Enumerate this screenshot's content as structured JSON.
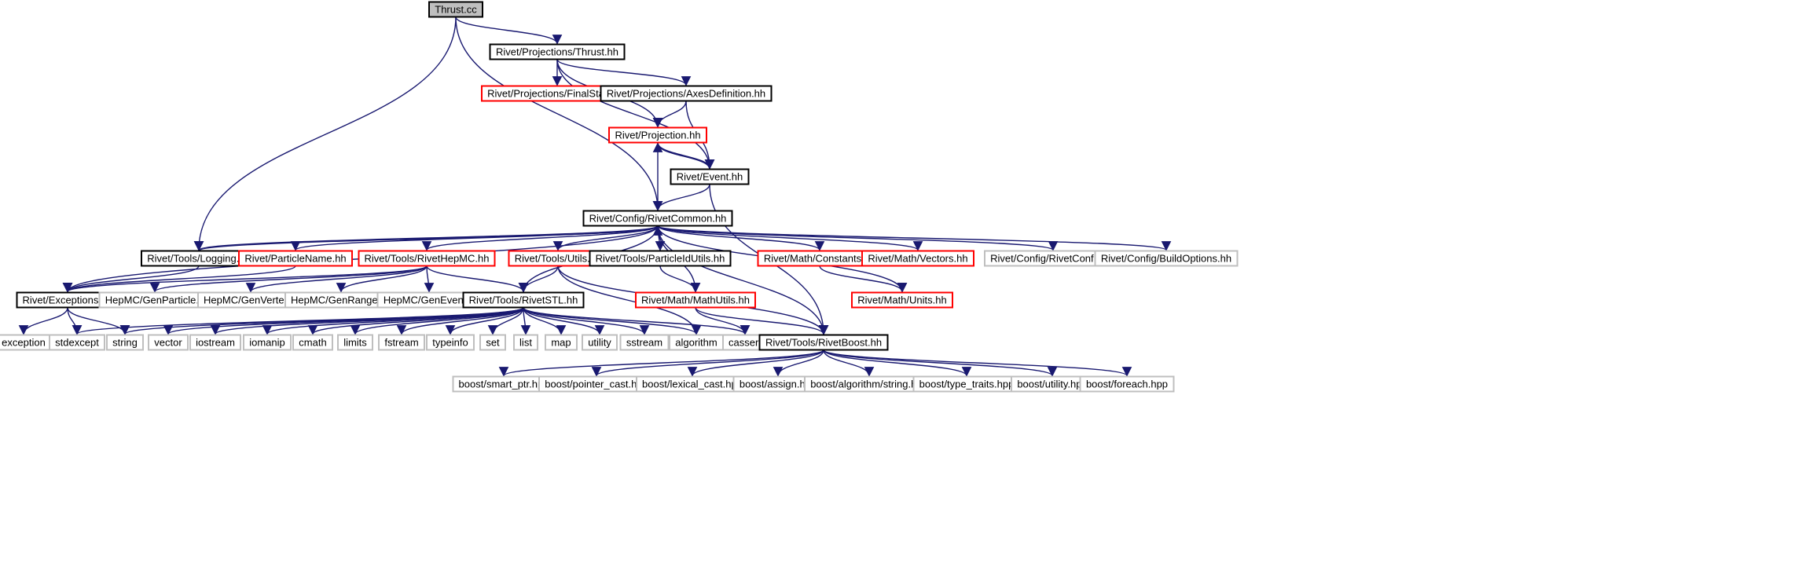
{
  "colors": {
    "edge": "#191970",
    "border_black": "#000000",
    "border_red": "#ff0000",
    "border_gray": "#bfbfbf",
    "fill_root": "#bfbfbf",
    "fill_default": "#ffffff"
  },
  "nodes": [
    {
      "id": "thrust_cc",
      "label": "Thrust.cc",
      "style": "root"
    },
    {
      "id": "proj_thrust",
      "label": "Rivet/Projections/Thrust.hh",
      "style": "black"
    },
    {
      "id": "finalstate",
      "label": "Rivet/Projections/FinalState.hh",
      "style": "red"
    },
    {
      "id": "axesdef",
      "label": "Rivet/Projections/AxesDefinition.hh",
      "style": "black"
    },
    {
      "id": "projection",
      "label": "Rivet/Projection.hh",
      "style": "red"
    },
    {
      "id": "event",
      "label": "Rivet/Event.hh",
      "style": "black"
    },
    {
      "id": "rivetcommon",
      "label": "Rivet/Config/RivetCommon.hh",
      "style": "black"
    },
    {
      "id": "logging",
      "label": "Rivet/Tools/Logging.hh",
      "style": "black"
    },
    {
      "id": "particlename",
      "label": "Rivet/ParticleName.hh",
      "style": "red"
    },
    {
      "id": "rivethepmc",
      "label": "Rivet/Tools/RivetHepMC.hh",
      "style": "red"
    },
    {
      "id": "utils",
      "label": "Rivet/Tools/Utils.hh",
      "style": "red"
    },
    {
      "id": "particleidutils",
      "label": "Rivet/Tools/ParticleIdUtils.hh",
      "style": "black"
    },
    {
      "id": "constants",
      "label": "Rivet/Math/Constants.hh",
      "style": "red"
    },
    {
      "id": "vectors",
      "label": "Rivet/Math/Vectors.hh",
      "style": "red"
    },
    {
      "id": "rivetconfig",
      "label": "Rivet/Config/RivetConfig.hh",
      "style": "gray"
    },
    {
      "id": "buildoptions",
      "label": "Rivet/Config/BuildOptions.hh",
      "style": "gray"
    },
    {
      "id": "exceptions",
      "label": "Rivet/Exceptions.hh",
      "style": "black"
    },
    {
      "id": "genparticle",
      "label": "HepMC/GenParticle.h",
      "style": "gray"
    },
    {
      "id": "genvertex",
      "label": "HepMC/GenVertex.h",
      "style": "gray"
    },
    {
      "id": "genranges",
      "label": "HepMC/GenRanges.h",
      "style": "gray"
    },
    {
      "id": "genevent",
      "label": "HepMC/GenEvent.h",
      "style": "gray"
    },
    {
      "id": "rivetstl",
      "label": "Rivet/Tools/RivetSTL.hh",
      "style": "black"
    },
    {
      "id": "mathutils",
      "label": "Rivet/Math/MathUtils.hh",
      "style": "red"
    },
    {
      "id": "units",
      "label": "Rivet/Math/Units.hh",
      "style": "red"
    },
    {
      "id": "exception",
      "label": "exception",
      "style": "gray"
    },
    {
      "id": "stdexcept",
      "label": "stdexcept",
      "style": "gray"
    },
    {
      "id": "string",
      "label": "string",
      "style": "gray"
    },
    {
      "id": "vector",
      "label": "vector",
      "style": "gray"
    },
    {
      "id": "iostream",
      "label": "iostream",
      "style": "gray"
    },
    {
      "id": "iomanip",
      "label": "iomanip",
      "style": "gray"
    },
    {
      "id": "cmath",
      "label": "cmath",
      "style": "gray"
    },
    {
      "id": "limits",
      "label": "limits",
      "style": "gray"
    },
    {
      "id": "fstream",
      "label": "fstream",
      "style": "gray"
    },
    {
      "id": "typeinfo",
      "label": "typeinfo",
      "style": "gray"
    },
    {
      "id": "set",
      "label": "set",
      "style": "gray"
    },
    {
      "id": "list",
      "label": "list",
      "style": "gray"
    },
    {
      "id": "map",
      "label": "map",
      "style": "gray"
    },
    {
      "id": "utility",
      "label": "utility",
      "style": "gray"
    },
    {
      "id": "sstream",
      "label": "sstream",
      "style": "gray"
    },
    {
      "id": "algorithm",
      "label": "algorithm",
      "style": "gray"
    },
    {
      "id": "cassert",
      "label": "cassert",
      "style": "gray"
    },
    {
      "id": "rivetboost",
      "label": "Rivet/Tools/RivetBoost.hh",
      "style": "black"
    },
    {
      "id": "smart_ptr",
      "label": "boost/smart_ptr.hpp",
      "style": "gray"
    },
    {
      "id": "pointer_cast",
      "label": "boost/pointer_cast.hpp",
      "style": "gray"
    },
    {
      "id": "lexical_cast",
      "label": "boost/lexical_cast.hpp",
      "style": "gray"
    },
    {
      "id": "assign",
      "label": "boost/assign.hpp",
      "style": "gray"
    },
    {
      "id": "algstring",
      "label": "boost/algorithm/string.hpp",
      "style": "gray"
    },
    {
      "id": "type_traits",
      "label": "boost/type_traits.hpp",
      "style": "gray"
    },
    {
      "id": "boostutility",
      "label": "boost/utility.hpp",
      "style": "gray"
    },
    {
      "id": "foreach",
      "label": "boost/foreach.hpp",
      "style": "gray"
    }
  ],
  "edges": [
    [
      "thrust_cc",
      "proj_thrust"
    ],
    [
      "thrust_cc",
      "logging"
    ],
    [
      "thrust_cc",
      "rivetcommon"
    ],
    [
      "proj_thrust",
      "finalstate"
    ],
    [
      "proj_thrust",
      "axesdef"
    ],
    [
      "proj_thrust",
      "projection"
    ],
    [
      "proj_thrust",
      "event"
    ],
    [
      "axesdef",
      "projection"
    ],
    [
      "axesdef",
      "event"
    ],
    [
      "projection",
      "rivetcommon"
    ],
    [
      "projection",
      "event"
    ],
    [
      "event",
      "projection"
    ],
    [
      "event",
      "rivetcommon"
    ],
    [
      "event",
      "rivetboost"
    ],
    [
      "rivetcommon",
      "logging"
    ],
    [
      "logging",
      "rivetcommon"
    ],
    [
      "rivetcommon",
      "particlename"
    ],
    [
      "rivetcommon",
      "rivethepmc"
    ],
    [
      "rivetcommon",
      "utils"
    ],
    [
      "rivetcommon",
      "particleidutils"
    ],
    [
      "rivetcommon",
      "constants"
    ],
    [
      "rivetcommon",
      "vectors"
    ],
    [
      "rivetcommon",
      "rivetconfig"
    ],
    [
      "rivetcommon",
      "buildoptions"
    ],
    [
      "rivetcommon",
      "exceptions"
    ],
    [
      "rivetcommon",
      "rivetstl"
    ],
    [
      "rivetcommon",
      "mathutils"
    ],
    [
      "rivetcommon",
      "units"
    ],
    [
      "rivetcommon",
      "rivetboost"
    ],
    [
      "logging",
      "exceptions"
    ],
    [
      "particlename",
      "exceptions"
    ],
    [
      "rivethepmc",
      "exceptions"
    ],
    [
      "rivethepmc",
      "genparticle"
    ],
    [
      "rivethepmc",
      "genvertex"
    ],
    [
      "rivethepmc",
      "genranges"
    ],
    [
      "rivethepmc",
      "genevent"
    ],
    [
      "rivethepmc",
      "rivetstl"
    ],
    [
      "utils",
      "rivetstl"
    ],
    [
      "utils",
      "algorithm"
    ],
    [
      "utils",
      "rivetboost"
    ],
    [
      "particleidutils",
      "mathutils"
    ],
    [
      "constants",
      "units"
    ],
    [
      "mathutils",
      "cassert"
    ],
    [
      "mathutils",
      "rivetboost"
    ],
    [
      "exceptions",
      "exception"
    ],
    [
      "exceptions",
      "stdexcept"
    ],
    [
      "exceptions",
      "string"
    ],
    [
      "rivetstl",
      "stdexcept"
    ],
    [
      "rivetstl",
      "string"
    ],
    [
      "rivetstl",
      "vector"
    ],
    [
      "rivetstl",
      "iostream"
    ],
    [
      "rivetstl",
      "iomanip"
    ],
    [
      "rivetstl",
      "cmath"
    ],
    [
      "rivetstl",
      "limits"
    ],
    [
      "rivetstl",
      "fstream"
    ],
    [
      "rivetstl",
      "typeinfo"
    ],
    [
      "rivetstl",
      "set"
    ],
    [
      "rivetstl",
      "list"
    ],
    [
      "rivetstl",
      "map"
    ],
    [
      "rivetstl",
      "utility"
    ],
    [
      "rivetstl",
      "sstream"
    ],
    [
      "rivetstl",
      "algorithm"
    ],
    [
      "rivetstl",
      "cassert"
    ],
    [
      "rivetboost",
      "smart_ptr"
    ],
    [
      "rivetboost",
      "pointer_cast"
    ],
    [
      "rivetboost",
      "lexical_cast"
    ],
    [
      "rivetboost",
      "assign"
    ],
    [
      "rivetboost",
      "algstring"
    ],
    [
      "rivetboost",
      "type_traits"
    ],
    [
      "rivetboost",
      "boostutility"
    ],
    [
      "rivetboost",
      "foreach"
    ]
  ]
}
